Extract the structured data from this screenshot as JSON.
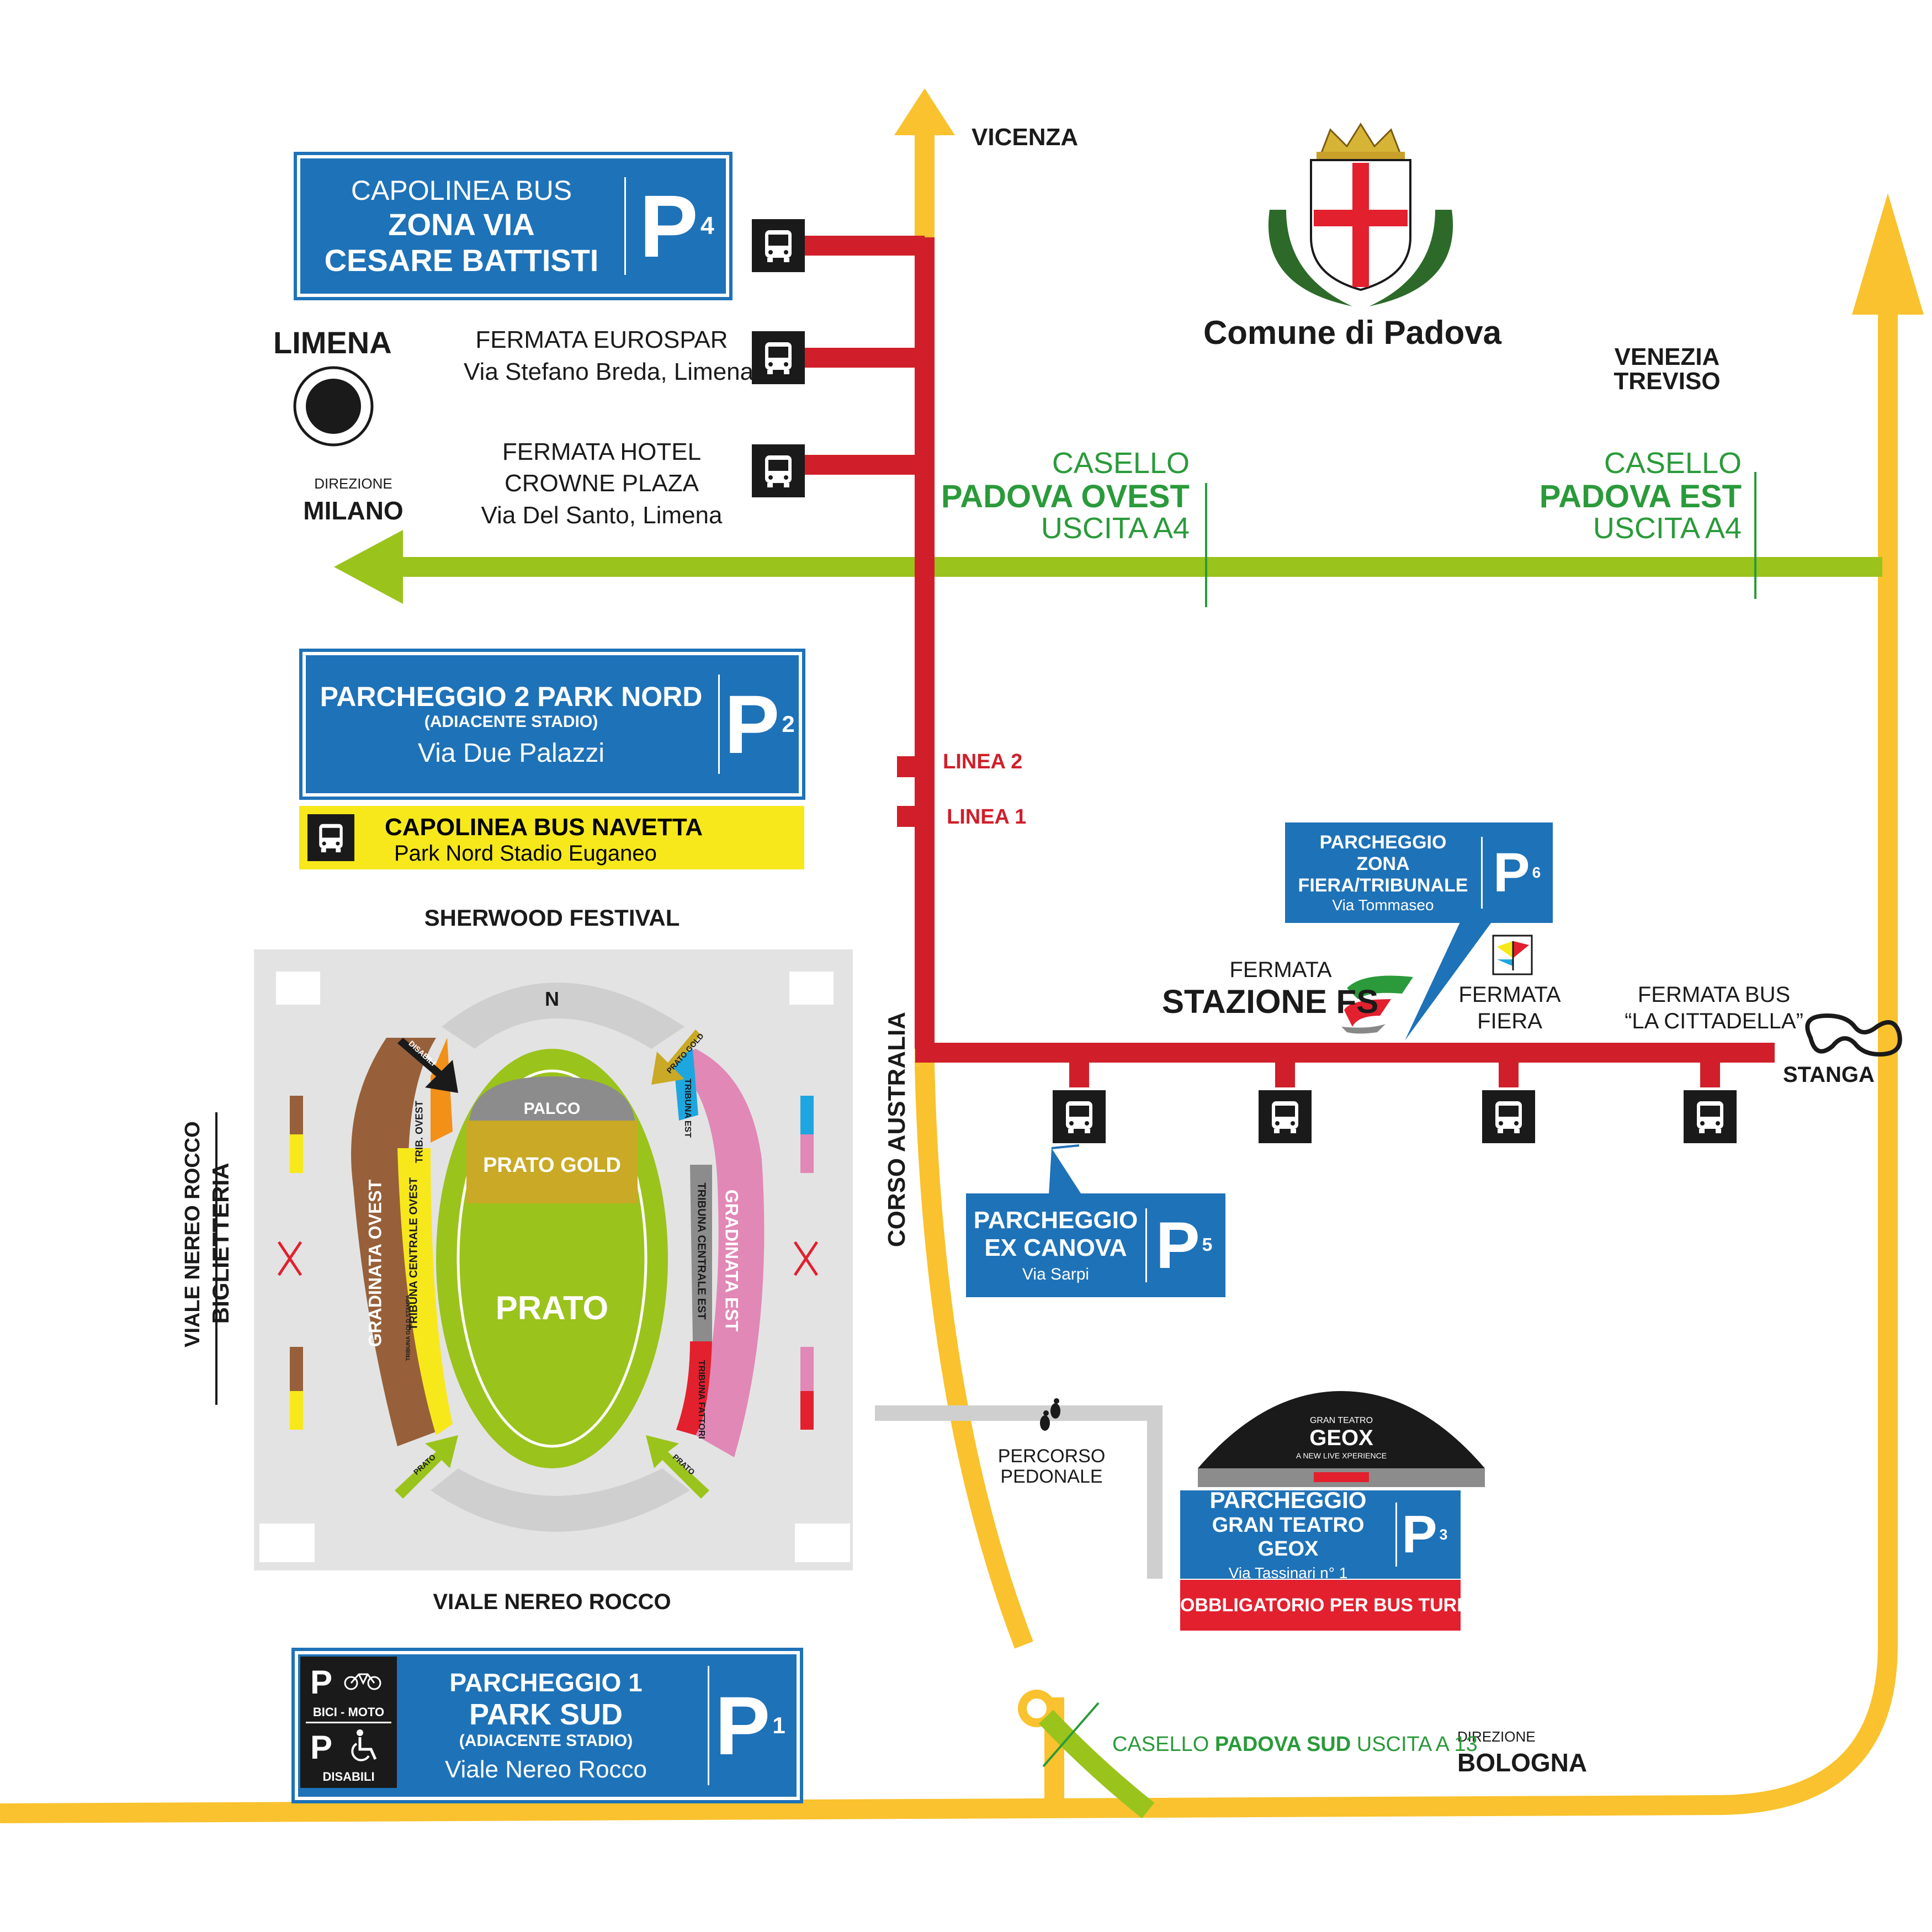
{
  "directions": {
    "vicenza": "VICENZA",
    "venezia_treviso": "VENEZIA\nTREVISO",
    "limena": "LIMENA",
    "direzione": "DIREZIONE",
    "milano": "MILANO",
    "bologna": "BOLOGNA",
    "stanga": "STANGA"
  },
  "comune": {
    "name": "Comune di Padova"
  },
  "caselli": {
    "ovest": {
      "l1": "CASELLO",
      "l2": "PADOVA OVEST",
      "l3": "USCITA A4"
    },
    "est": {
      "l1": "CASELLO",
      "l2": "PADOVA EST",
      "l3": "USCITA A4"
    },
    "sud": {
      "casello": "CASELLO",
      "name": "PADOVA SUD",
      "uscita": "USCITA A 13"
    }
  },
  "stops": {
    "eurospar": {
      "l1": "FERMATA EUROSPAR",
      "l2": "Via Stefano Breda, Limena"
    },
    "crowne": {
      "l1": "FERMATA HOTEL",
      "l2": "CROWNE PLAZA",
      "l3": "Via Del Santo, Limena"
    },
    "stazione": {
      "l1": "FERMATA",
      "l2": "STAZIONE FS"
    },
    "fiera": {
      "l1": "FERMATA",
      "l2": "FIERA"
    },
    "cittadella": {
      "l1": "FERMATA BUS",
      "l2": "“LA CITTADELLA”"
    }
  },
  "lines": {
    "linea2": "LINEA 2",
    "linea1": "LINEA 1"
  },
  "parkings": {
    "p4": {
      "l1": "CAPOLINEA BUS",
      "l2": "ZONA  VIA",
      "l3": "CESARE BATTISTI",
      "letter": "P",
      "num": "4"
    },
    "p2": {
      "l1": "PARCHEGGIO 2 PARK NORD",
      "l2": "(ADIACENTE STADIO)",
      "l3": "Via Due Palazzi",
      "letter": "P",
      "num": "2"
    },
    "p6": {
      "l1": "PARCHEGGIO",
      "l2": "ZONA",
      "l3": "FIERA/TRIBUNALE",
      "l4": "Via Tommaseo",
      "letter": "P",
      "num": "6"
    },
    "p5": {
      "l1": "PARCHEGGIO",
      "l2": "EX CANOVA",
      "l3": "Via Sarpi",
      "letter": "P",
      "num": "5"
    },
    "p3": {
      "l1": "PARCHEGGIO",
      "l2": "GRAN TEATRO GEOX",
      "l3": "Via Tassinari n° 1",
      "letter": "P",
      "num": "3",
      "note": "OBBLIGATORIO PER BUS TURISTICI"
    },
    "p1": {
      "l1": "PARCHEGGIO 1",
      "l2": "PARK SUD",
      "l3": "(ADIACENTE STADIO)",
      "l4": "Viale Nereo Rocco",
      "letter": "P",
      "num": "1",
      "bici": "BICI - MOTO",
      "disabili": "DISABILI"
    }
  },
  "navetta": {
    "l1": "CAPOLINEA BUS NAVETTA",
    "l2": "Park Nord Stadio Euganeo"
  },
  "stadium": {
    "festival": "SHERWOOD FESTIVAL",
    "north": "N",
    "palco": "PALCO",
    "prato_gold": "PRATO GOLD",
    "prato": "PRATO",
    "gradinata_ovest": "GRADINATA OVEST",
    "gradinata_est": "GRADINATA EST",
    "trib_ovest": "TRIB. OVEST",
    "tribuna_centrale_ovest": "TRIBUNA CENTRALE OVEST",
    "tribuna_gold_stampa": "TRIBUNA GOLD STAMPA",
    "tribuna_centrale_est": "TRIBUNA CENTRALE EST",
    "tribuna_est": "TRIBUNA EST",
    "tribuna_fattori": "TRIBUNA FATTORI",
    "disabili": "DISABILI",
    "prato_gold_gate": "PRATO GOLD",
    "prato_gate_l": "PRATO",
    "prato_gate_r": "PRATO"
  },
  "streets": {
    "viale_nereo_rocco": "VIALE NEREO ROCCO",
    "viale_nereo_rocco_bottom": "VIALE NEREO ROCCO",
    "biglietteria": "BIGLIETTERIA",
    "corso_australia": "CORSO AUSTRALIA",
    "percorso": "PERCORSO\nPEDONALE"
  },
  "geox": {
    "top": "GRAN TEATRO",
    "name": "GEOX",
    "tag": "A NEW LIVE XPERIENCE"
  },
  "colors": {
    "yellow_road": "#f9c22e",
    "green_road": "#9ac31c",
    "bus_line": "#d01f2a",
    "parking_blue": "#1e72b8",
    "casello_green": "#2a9a3a",
    "navetta_yellow": "#f7e81c"
  },
  "icons": {
    "bus": "bus-icon",
    "train": "trenitalia-icon",
    "fiera": "fiera-icon",
    "stanga": "stanga-icon",
    "limena": "limena-icon",
    "footprints": "footprints-icon",
    "coat_of_arms": "padova-coat-of-arms-icon",
    "bike": "bike-icon",
    "wheelchair": "wheelchair-icon"
  }
}
